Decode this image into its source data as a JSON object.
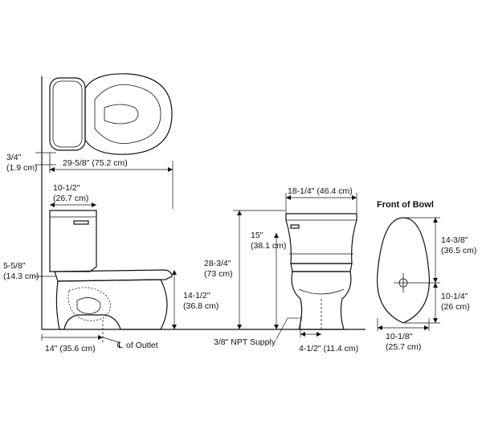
{
  "labels": {
    "front_of_bowl": "Front of Bowl",
    "top_offset": "3/4\"",
    "top_offset_cm": "(1.9 cm)",
    "overall_length": "29-5/8\" (75.2 cm)",
    "tank_depth": "10-1/2\"",
    "tank_depth_cm": "(26.7 cm)",
    "lever_height": "5-5/8\"",
    "lever_height_cm": "(14.3 cm)",
    "rough_in": "14\" (35.6 cm)",
    "outlet": "of Outlet",
    "centerline_symbol": "℄",
    "bowl_height": "14-1/2\"",
    "bowl_height_cm": "(36.8 cm)",
    "overall_height": "28-3/4\"",
    "overall_height_cm": "(73 cm)",
    "supply_height": "15\"",
    "supply_height_cm": "(38.1 cm)",
    "tank_width": "18-1/4\" (46.4 cm)",
    "supply": "3/8\" NPT Supply",
    "supply_offset": "4-1/2\" (11.4 cm)",
    "bowl_length": "14-3/8\"",
    "bowl_length_cm": "(36.5 cm)",
    "bowl_front": "10-1/4\"",
    "bowl_front_cm": "(26 cm)",
    "bowl_width": "10-1/8\"",
    "bowl_width_cm": "(25.7 cm)"
  }
}
